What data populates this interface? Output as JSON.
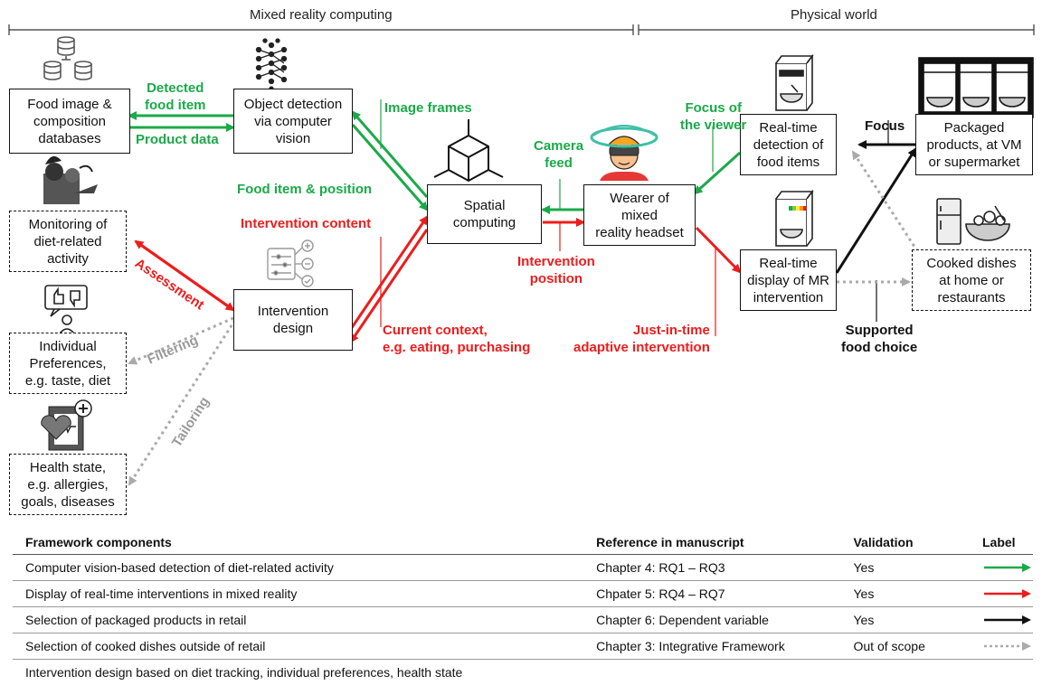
{
  "header": {
    "left_title": "Mixed reality computing",
    "right_title": "Physical world"
  },
  "nodes": {
    "food_db": "Food image &\ncomposition\ndatabases",
    "object_detection": "Object detection\nvia computer\nvision",
    "monitoring": "Monitoring of\ndiet-related\nactivity",
    "preferences": "Individual\nPreferences,\ne.g. taste, diet",
    "health": "Health state,\ne.g. allergies,\ngoals, diseases",
    "intervention_design": "Intervention\ndesign",
    "spatial": "Spatial\ncomputing",
    "wearer": "Wearer of\nmixed\nreality headset",
    "rt_detection": "Real-time\ndetection of\nfood items",
    "rt_display": "Real-time\ndisplay of MR\nintervention",
    "packaged": "Packaged\nproducts, at VM\nor supermarket",
    "cooked": "Cooked dishes\nat home or\nrestaurants"
  },
  "edge_labels": {
    "detected_food_item": "Detected\nfood item",
    "product_data": "Product data",
    "image_frames": "Image frames",
    "food_item_position": "Food item & position",
    "intervention_content": "Intervention content",
    "assessment": "Assessment",
    "filtering": "Filtering",
    "tailoring": "Tailoring",
    "camera_feed": "Camera\nfeed",
    "intervention_position": "Intervention\nposition",
    "current_context": "Current context,\ne.g. eating, purchasing",
    "just_in_time": "Just-in-time\nadaptive intervention",
    "focus_of_viewer": "Focus of\nthe viewer",
    "focus": "Focus",
    "supported_choice": "Supported\nfood choice"
  },
  "icons": [
    "database-icon",
    "neural-network-icon",
    "cube-icon",
    "vr-headset-person-icon",
    "food-package-icon",
    "vending-machine-icon",
    "groceries-icon",
    "feedback-icon",
    "settings-sliders-icon",
    "health-record-icon",
    "nutriscore-package-icon",
    "fridge-bowl-icon"
  ],
  "colors": {
    "green": "#1aaa48",
    "red": "#ee1c1c",
    "black": "#111111",
    "gray": "#aaaaaa"
  },
  "legend": {
    "headers": [
      "Framework components",
      "Reference in manuscript",
      "Validation",
      "Label"
    ],
    "rows": [
      {
        "component": "Computer vision-based detection of diet-related activity",
        "reference": "Chapter 4: RQ1 – RQ3",
        "validation": "Yes",
        "label": "green-arrow"
      },
      {
        "component": "Display of real-time interventions in mixed reality",
        "reference": "Chpater 5: RQ4 – RQ7",
        "validation": "Yes",
        "label": "red-arrow"
      },
      {
        "component": "Selection of packaged products in retail",
        "reference": "Chapter 6: Dependent variable",
        "validation": "Yes",
        "label": "black-arrow"
      },
      {
        "component": "Selection of cooked dishes outside of retail",
        "reference": "Chapter 3: Integrative Framework",
        "validation": "Out of scope",
        "label": "gray-dotted-arrow"
      },
      {
        "component": "Intervention design based on diet tracking, individual preferences, health state",
        "reference": "",
        "validation": "",
        "label": ""
      }
    ]
  }
}
